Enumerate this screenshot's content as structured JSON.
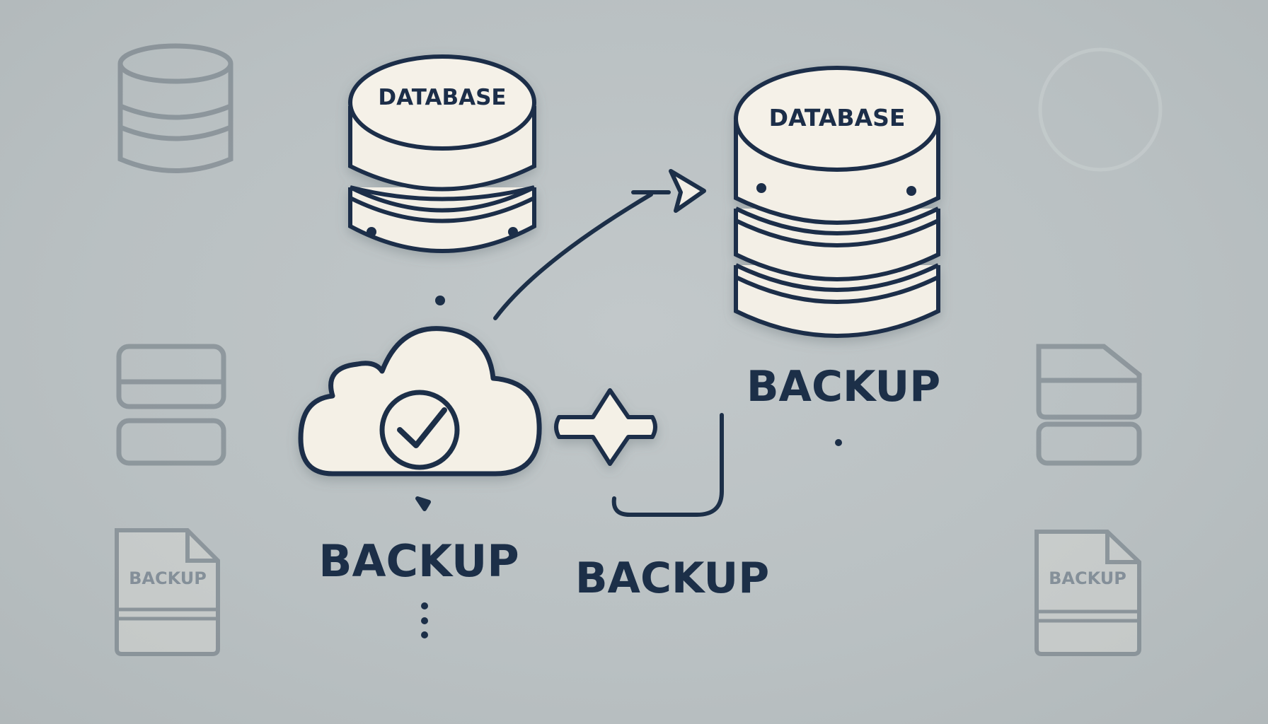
{
  "labels": {
    "database_top_left": "DATABASE",
    "database_top_right": "DATABASE",
    "backup_right": "BACKUP",
    "backup_cloud": "BACKUP",
    "backup_middle": "BACKUP",
    "doc_left": "BACKUP",
    "doc_right": "BACKUP"
  },
  "colors": {
    "stroke": "#1c2f48",
    "fill": "#f3efe6",
    "background": "#bcc3c5"
  },
  "icons": [
    "database-icon",
    "cloud-icon",
    "check-icon",
    "arrow-icon",
    "file-icon",
    "server-icon"
  ]
}
